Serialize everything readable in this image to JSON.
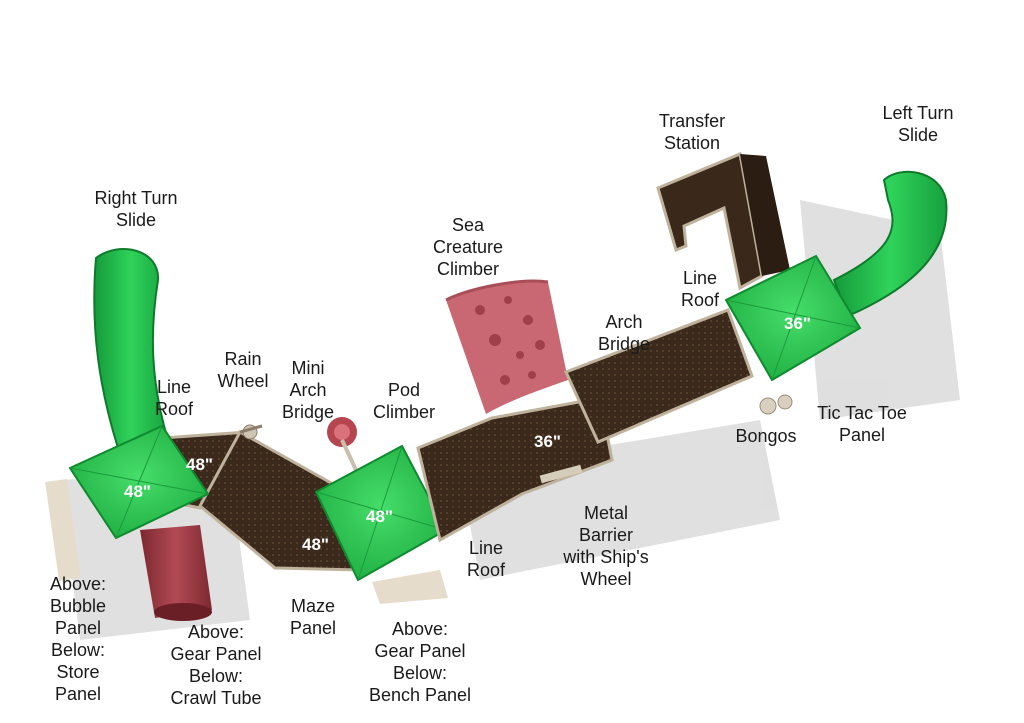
{
  "colors": {
    "roof_green": "#27c24c",
    "roof_green_light": "#3ad860",
    "slide_green": "#1fb84a",
    "deck_brown": "#3b2a1c",
    "deck_dark": "#2a1d12",
    "climber_red": "#c4616a",
    "tube_red": "#9c3540",
    "post_tan": "#e2d6c3"
  },
  "heights": {
    "roof_left": "48\"",
    "deck_left": "48\"",
    "deck_mid": "48\"",
    "roof_mid": "48\"",
    "deck_center": "36\"",
    "roof_right": "36\""
  },
  "labels": {
    "right_turn_slide": [
      "Right Turn",
      "Slide"
    ],
    "line_roof_left": [
      "Line",
      "Roof"
    ],
    "rain_wheel": [
      "Rain",
      "Wheel"
    ],
    "mini_arch_bridge": [
      "Mini",
      "Arch",
      "Bridge"
    ],
    "pod_climber": [
      "Pod",
      "Climber"
    ],
    "sea_creature_climber": [
      "Sea",
      "Creature",
      "Climber"
    ],
    "arch_bridge": [
      "Arch",
      "Bridge"
    ],
    "line_roof_right": [
      "Line",
      "Roof"
    ],
    "transfer_station": [
      "Transfer",
      "Station"
    ],
    "left_turn_slide": [
      "Left Turn",
      "Slide"
    ],
    "tic_tac_toe_panel": [
      "Tic Tac Toe",
      "Panel"
    ],
    "bongos": [
      "Bongos"
    ],
    "metal_barrier": [
      "Metal",
      "Barrier",
      "with Ship's",
      "Wheel"
    ],
    "line_roof_mid": [
      "Line",
      "Roof"
    ],
    "above_gear_bench": [
      "Above:",
      "Gear Panel",
      "Below:",
      "Bench Panel"
    ],
    "maze_panel": [
      "Maze",
      "Panel"
    ],
    "above_gear_crawl": [
      "Above:",
      "Gear Panel",
      "Below:",
      "Crawl Tube"
    ],
    "above_bubble_store": [
      "Above:",
      "Bubble",
      "Panel",
      "Below:",
      "Store",
      "Panel"
    ]
  }
}
